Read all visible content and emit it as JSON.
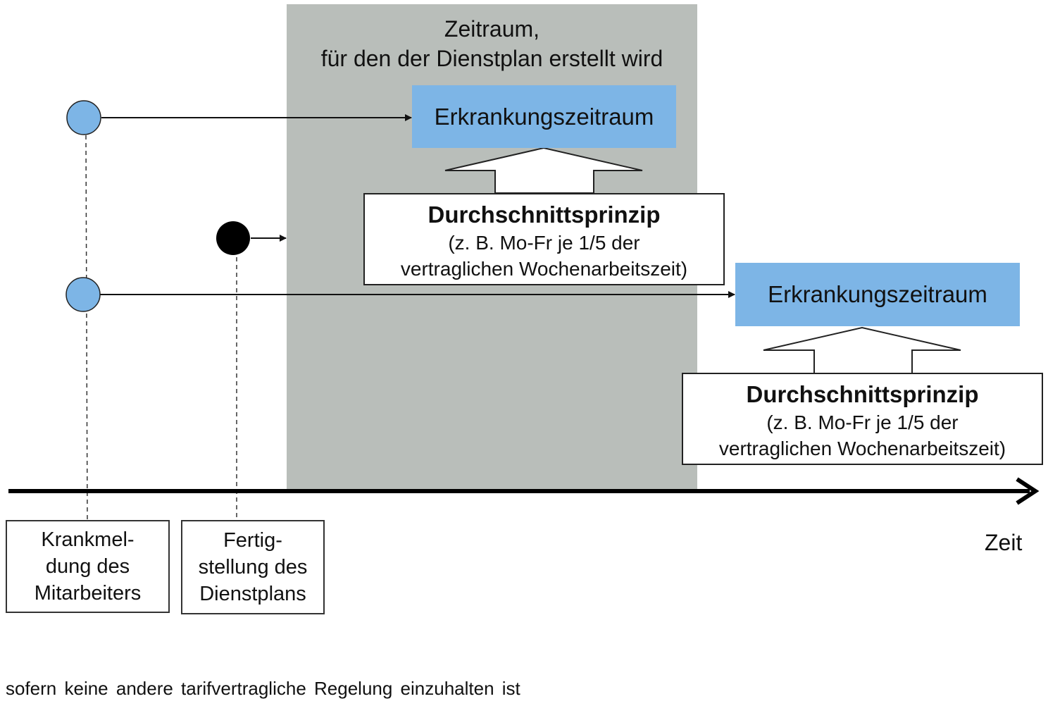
{
  "period": {
    "title_line1": "Zeitraum,",
    "title_line2": "für den der Dienstplan erstellt wird",
    "fill_color": "#b9beba"
  },
  "sick_period_label": "Erkrankungszeitraum",
  "principle": {
    "title": "Durchschnittsprinzip",
    "line1": "(z. B. Mo-Fr je 1/5 der",
    "line2": "vertraglichen Wochenarbeitszeit)"
  },
  "axis": {
    "label": "Zeit"
  },
  "events": {
    "sick_report": [
      "Krankmel-",
      "dung des",
      "Mitarbeiters"
    ],
    "plan_completion": [
      "Fertig-",
      "stellung des",
      "Dienstplans"
    ]
  },
  "colors": {
    "sick_box": "#7db5e6",
    "sick_marker": "#7db5e6",
    "plan_marker": "#000000"
  },
  "footnote": "sofern keine andere tarifvertragliche Regelung einzuhalten ist"
}
